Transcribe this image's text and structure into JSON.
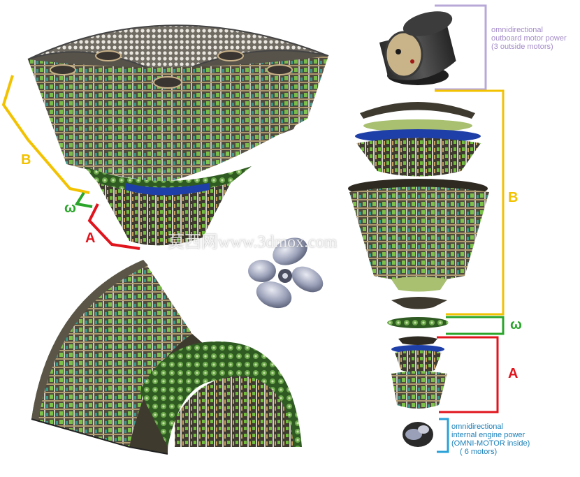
{
  "labels": {
    "left_b": "B",
    "left_omega": "ω",
    "left_a": "A",
    "right_b": "B",
    "right_omega": "ω",
    "right_a": "A"
  },
  "annotations": {
    "outboard": [
      "omnidirectional",
      "outboard motor power",
      "(3 outside motors)"
    ],
    "internal": [
      "omnidirectional",
      "internal engine power",
      "(OMNI-MOTOR inside)",
      "( 6 motors)"
    ]
  },
  "watermark": "莫西网www.3dmox.com",
  "colors": {
    "b": "#f2c200",
    "omega": "#2aa52a",
    "a": "#e0141c",
    "outboard_text": "#a48cc8",
    "outboard_bracket": "#b8a8d8",
    "internal_text": "#1a7fb8",
    "internal_bracket": "#2aa0d8"
  }
}
